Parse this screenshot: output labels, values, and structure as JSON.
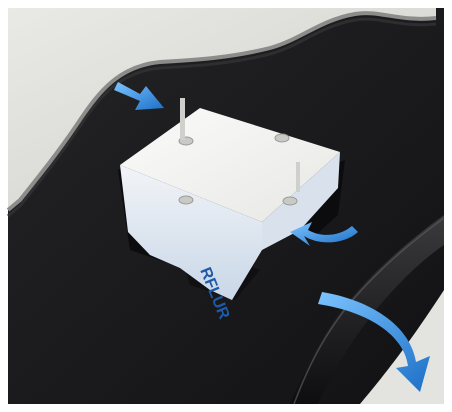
{
  "image": {
    "kind": "3D render of a square block installed in a dark membrane channel, with arrows showing flow",
    "colors": {
      "background": "#ffffff",
      "concrete": "#dcdcd8",
      "membrane": "#1b1b1d",
      "block_top": "#f4f4f2",
      "block_side": "#e6ecf3",
      "arrow_blue": "#2f8fe0"
    },
    "elements": [
      {
        "name": "concrete-surface-upper-left"
      },
      {
        "name": "dark-membrane-channel"
      },
      {
        "name": "white-filter-block"
      },
      {
        "name": "flow-arrow-top-left",
        "direction": "down-right"
      },
      {
        "name": "flow-arrow-middle-right",
        "direction": "left"
      },
      {
        "name": "flow-arrow-bottom-right",
        "direction": "down"
      },
      {
        "name": "pipe-ridge-lower-right"
      }
    ],
    "block_label_fragment": "RFLUR"
  }
}
